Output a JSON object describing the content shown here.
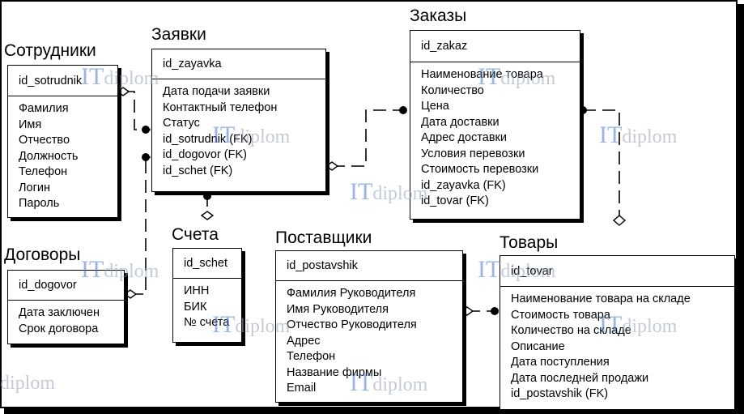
{
  "entities": {
    "sotrudniki": {
      "title": "Сотрудники",
      "key": "id_sotrudnik",
      "attrs": [
        "Фамилия",
        "Имя",
        "Отчество",
        "Должность",
        "Телефон",
        "Логин",
        "Пароль"
      ]
    },
    "zayavki": {
      "title": "Заявки",
      "key": "id_zayavka",
      "attrs": [
        "Дата подачи заявки",
        "Контактный телефон",
        "Статус",
        "id_sotrudnik (FK)",
        "id_dogovor (FK)",
        "id_schet (FK)"
      ]
    },
    "zakazy": {
      "title": "Заказы",
      "key": "id_zakaz",
      "attrs": [
        "Наименование товара",
        "Количество",
        "Цена",
        "Дата доставки",
        "Адрес доставки",
        "Условия перевозки",
        "Стоимость перевозки",
        "id_zayavka (FK)",
        "id_tovar (FK)"
      ]
    },
    "dogovory": {
      "title": "Договоры",
      "key": "id_dogovor",
      "attrs": [
        "Дата заключен",
        "Срок договора"
      ]
    },
    "scheta": {
      "title": "Счета",
      "key": "id_schet",
      "attrs": [
        "ИНН",
        "БИК",
        "№ счета"
      ]
    },
    "postavshiki": {
      "title": "Поставщики",
      "key": "id_postavshik",
      "attrs": [
        "Фамилия Руководителя",
        "Имя Руководителя",
        "Отчество Руководителя",
        "Адрес",
        "Телефон",
        "Название фирмы",
        "Email"
      ]
    },
    "tovary": {
      "title": "Товары",
      "key": "id_tovar",
      "attrs": [
        "Наименование товара на складе",
        "Стоимость товара",
        "Количество на складе",
        "Описание",
        "Дата поступления",
        "Дата последней продажи",
        "id_postavshik (FK)"
      ]
    }
  },
  "watermark": {
    "it": "IT",
    "diplom": "diplom"
  },
  "colors": {
    "line": "#000000",
    "watermark_it": "#4678c8",
    "watermark_text": "#96a0b4"
  }
}
